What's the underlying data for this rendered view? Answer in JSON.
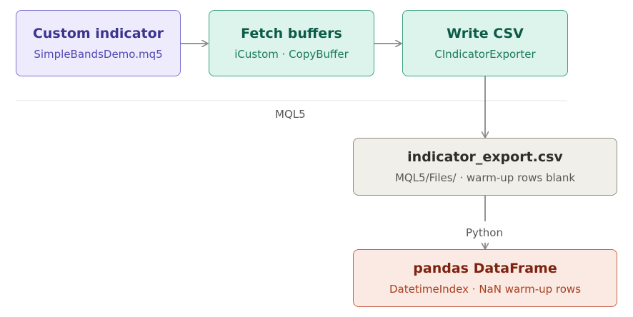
{
  "nodes": {
    "custom_indicator": {
      "title": "Custom indicator",
      "subtitle": "SimpleBandsDemo.mq5"
    },
    "fetch_buffers": {
      "title": "Fetch buffers",
      "subtitle": "iCustom · CopyBuffer"
    },
    "write_csv": {
      "title": "Write CSV",
      "subtitle": "CIndicatorExporter"
    },
    "indicator_export": {
      "title": "indicator_export.csv",
      "subtitle": "MQL5/Files/ · warm-up rows blank"
    },
    "pandas_df": {
      "title": "pandas DataFrame",
      "subtitle": "DatetimeIndex · NaN warm-up rows"
    }
  },
  "labels": {
    "mql5": "MQL5",
    "python": "Python"
  },
  "colors": {
    "purple_fill": "#eeecfc",
    "purple_border": "#7b73d2",
    "purple_text": "#3b3490",
    "purple_sub": "#5148b3",
    "green_fill": "#dcf4eb",
    "green_border": "#3ea283",
    "green_text": "#0c5b47",
    "green_sub": "#1c7a5f",
    "gray_fill": "#f1efe9",
    "gray_border": "#8f8c83",
    "gray_text": "#2e2d2a",
    "gray_sub": "#5a5853",
    "orange_fill": "#fbeae3",
    "orange_border": "#c9664a",
    "orange_text": "#7d2410",
    "orange_sub": "#a8401f",
    "edge": "#888888",
    "divider": "#e6e6e6"
  }
}
